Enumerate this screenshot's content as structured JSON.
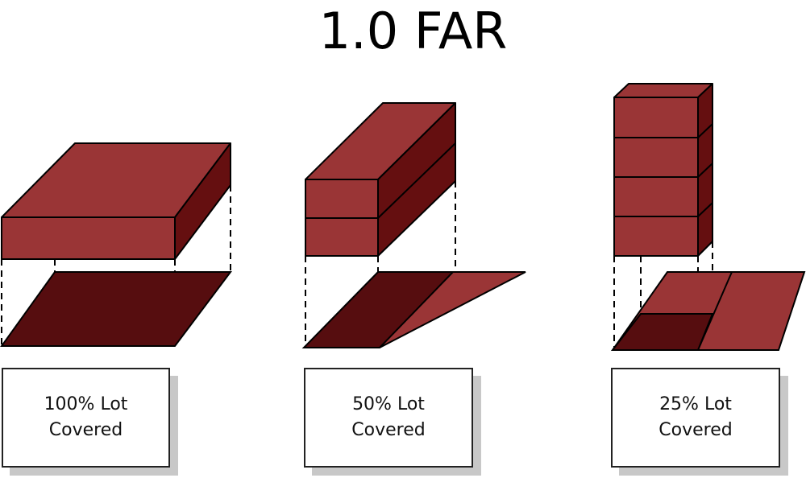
{
  "title": "1.0 FAR",
  "colors": {
    "building_face": "#9a3536",
    "building_side": "#650f10",
    "covered_lot": "#560d0f",
    "uncovered_lot": "#9a3536",
    "outline": "#000000",
    "card_shadow": "#c8c8c8"
  },
  "scenarios": [
    {
      "line1": "100% Lot",
      "line2": "Covered",
      "coverage_percent": 100,
      "floors": 1
    },
    {
      "line1": "50% Lot",
      "line2": "Covered",
      "coverage_percent": 50,
      "floors": 2
    },
    {
      "line1": "25% Lot",
      "line2": "Covered",
      "coverage_percent": 25,
      "floors": 4
    }
  ]
}
